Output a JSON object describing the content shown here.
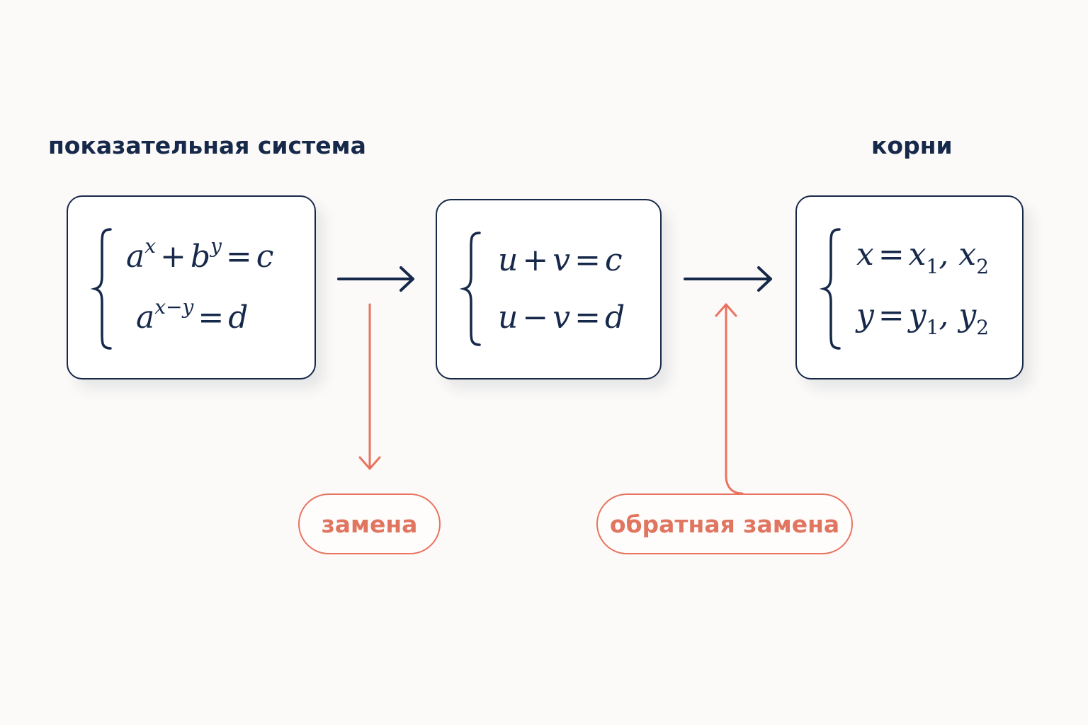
{
  "headings": {
    "left": "показательная система",
    "right": "корни"
  },
  "boxes": [
    {
      "eq1": {
        "a": "a",
        "a_exp": "x",
        "plus": "+",
        "b": "b",
        "b_exp": "y",
        "equals": "=",
        "rhs": "c"
      },
      "eq2": {
        "a": "a",
        "a_exp": "x−y",
        "equals": "=",
        "rhs": "d"
      }
    },
    {
      "eq1": {
        "u": "u",
        "op": "+",
        "v": "v",
        "equals": "=",
        "rhs": "c"
      },
      "eq2": {
        "u": "u",
        "op": "−",
        "v": "v",
        "equals": "=",
        "rhs": "d"
      }
    },
    {
      "eq1": {
        "var": "x",
        "equals": "=",
        "r1": "x",
        "r1_sub": "1",
        "comma": ",",
        "r2": "x",
        "r2_sub": "2"
      },
      "eq2": {
        "var": "y",
        "equals": "=",
        "r1": "y",
        "r1_sub": "1",
        "comma": ",",
        "r2": "y",
        "r2_sub": "2"
      }
    }
  ],
  "labels": {
    "substitution": "замена",
    "back_substitution": "обратная замена"
  },
  "colors": {
    "ink": "#17294a",
    "accent": "#e8735f",
    "background": "#fcfaf8"
  }
}
